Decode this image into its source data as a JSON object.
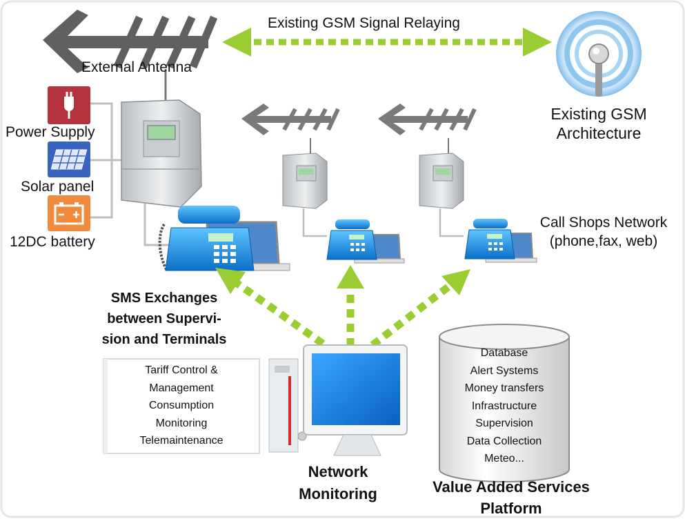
{
  "labels": {
    "relay": "Existing GSM Signal Relaying",
    "external_antenna": "External Antenna",
    "gsm_arch_line1": "Existing GSM",
    "gsm_arch_line2": "Architecture",
    "power_supply": "Power Supply",
    "solar_panel": "Solar panel",
    "battery": "12DC battery",
    "call_shops_line1": "Call Shops Network",
    "call_shops_line2": "(phone,fax, web)",
    "sms_line1": "SMS Exchanges",
    "sms_line2": "between Supervi-",
    "sms_line3": "sion and Terminals",
    "network_monitoring_line1": "Network",
    "network_monitoring_line2": "Monitoring",
    "vas_line1": "Value Added Services",
    "vas_line2": "Platform"
  },
  "tariff_box": {
    "lines": [
      "Tariff Control &",
      "Management",
      "Consumption",
      "Monitoring",
      "Telemaintenance"
    ]
  },
  "vas_cylinder": {
    "lines": [
      "Database",
      "Alert Systems",
      "Money transfers",
      "Infrastructure",
      "Supervision",
      "Data Collection",
      "Meteo..."
    ]
  },
  "colors": {
    "arrow_green": "#9acd32",
    "antenna_gray": "#666666",
    "phone_blue": "#1e90e0",
    "power_red": "#b5323f",
    "solar_blue": "#3a63c0",
    "battery_orange": "#f08a3c"
  }
}
